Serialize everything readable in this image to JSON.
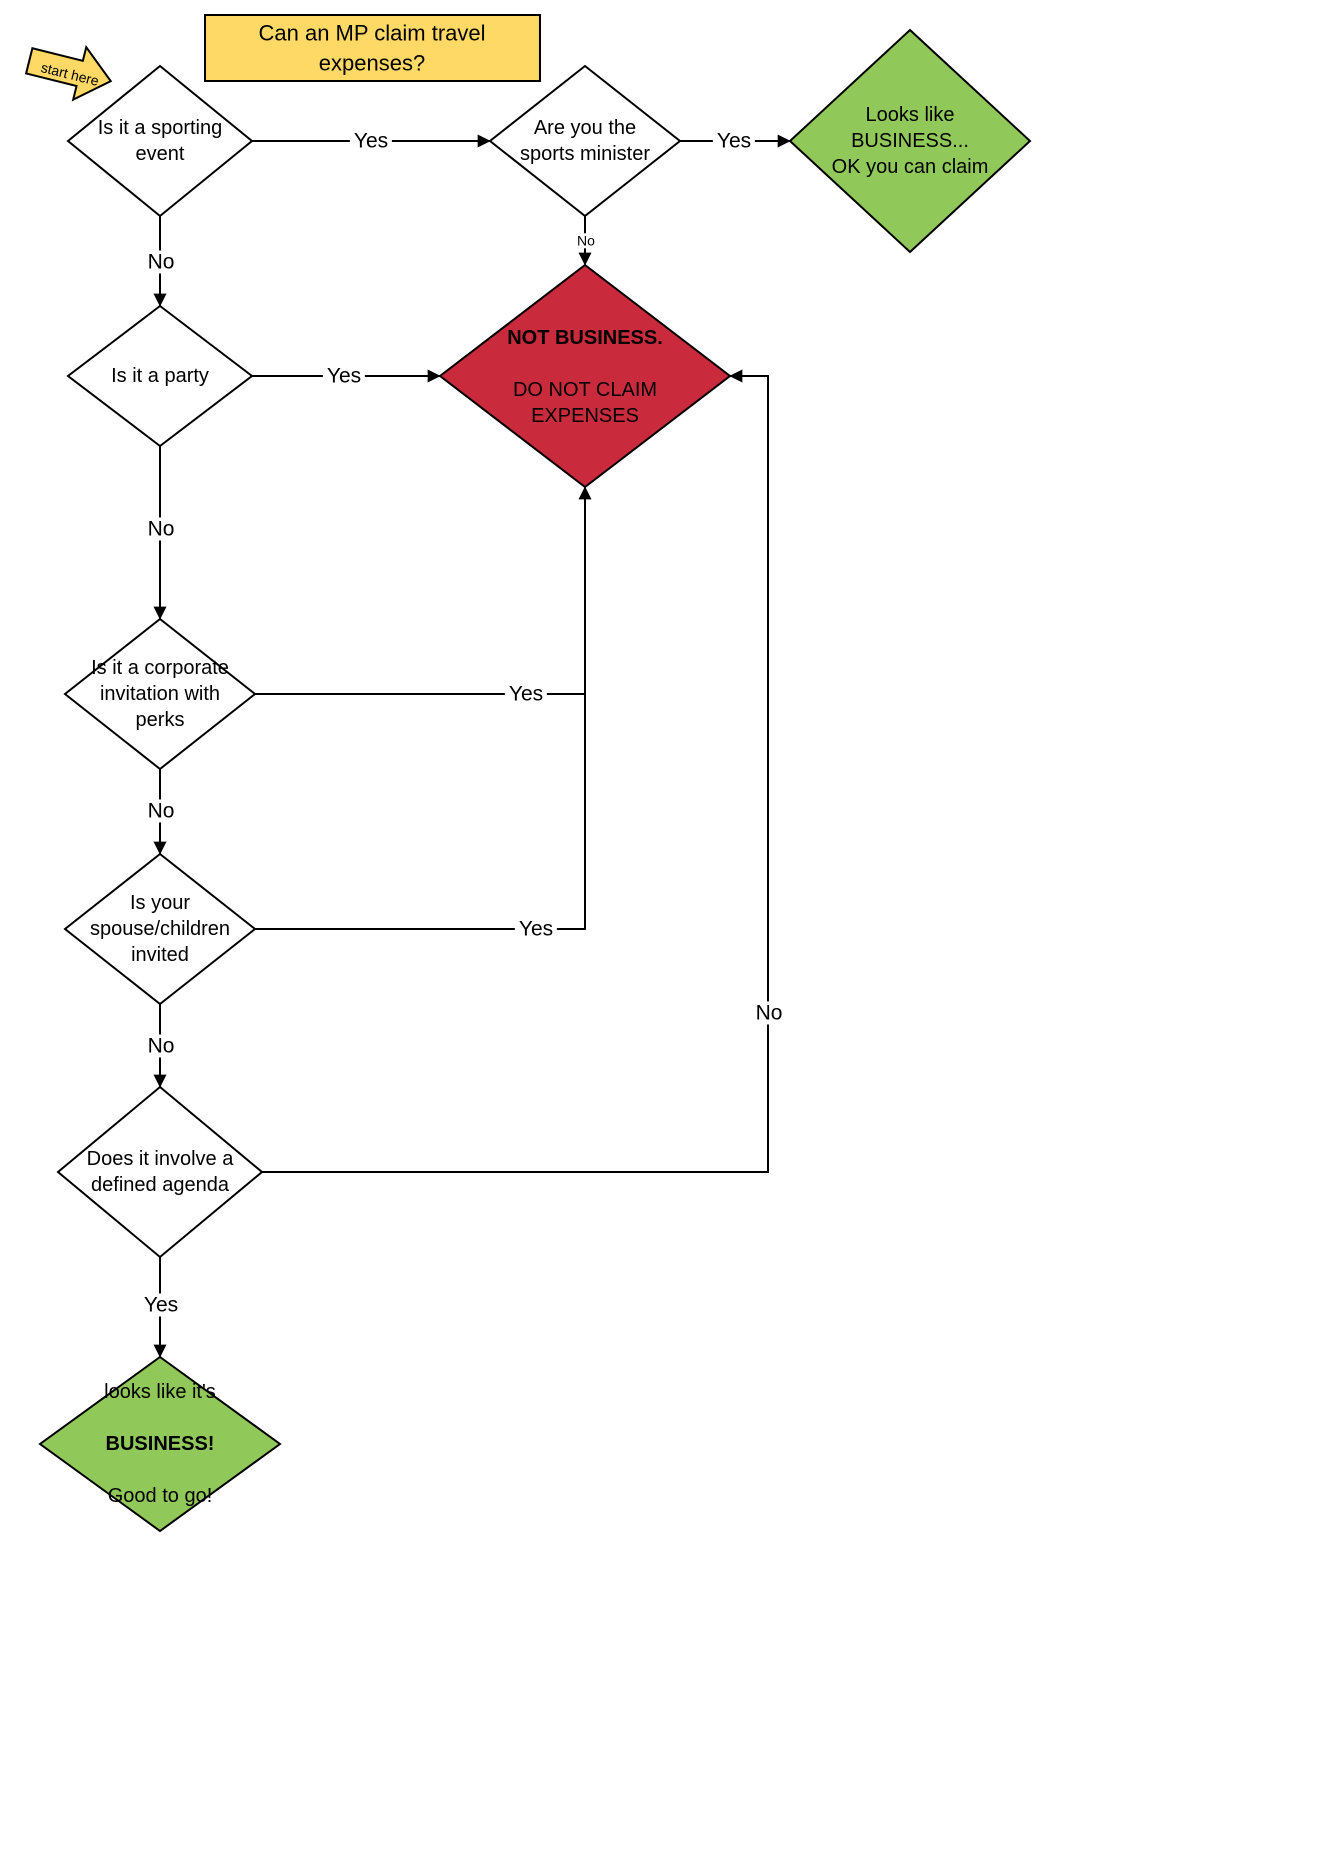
{
  "title": "Can an MP claim travel\nexpenses?",
  "start_label": "start here",
  "colors": {
    "yellow": "#FFD966",
    "green": "#90C95A",
    "red": "#C92B3C",
    "white": "#FFFFFF"
  },
  "nodes": {
    "sporting_event": {
      "label": "Is it a sporting\nevent"
    },
    "sports_minister": {
      "label": "Are you the\nsports minister"
    },
    "business_claim": {
      "label": "Looks like\nBUSINESS...\nOK you can claim"
    },
    "not_business": {
      "line1": "NOT BUSINESS.",
      "rest": "DO NOT CLAIM\nEXPENSES"
    },
    "party": {
      "label": "Is it a party"
    },
    "corporate_invitation": {
      "label": "Is it a corporate\ninvitation with\nperks"
    },
    "spouse_children": {
      "label": "Is your\nspouse/children\ninvited"
    },
    "defined_agenda": {
      "label": "Does it involve a\ndefined agenda"
    },
    "business_go": {
      "line1": "looks like it's",
      "line2": "BUSINESS!",
      "line3": "Good to go!"
    }
  },
  "edges": {
    "sporting_yes": "Yes",
    "sporting_no": "No",
    "minister_yes": "Yes",
    "minister_no": "No",
    "party_yes": "Yes",
    "party_no": "No",
    "corporate_yes": "Yes",
    "corporate_no": "No",
    "spouse_yes": "Yes",
    "spouse_no": "No",
    "agenda_no": "No",
    "agenda_yes": "Yes"
  }
}
